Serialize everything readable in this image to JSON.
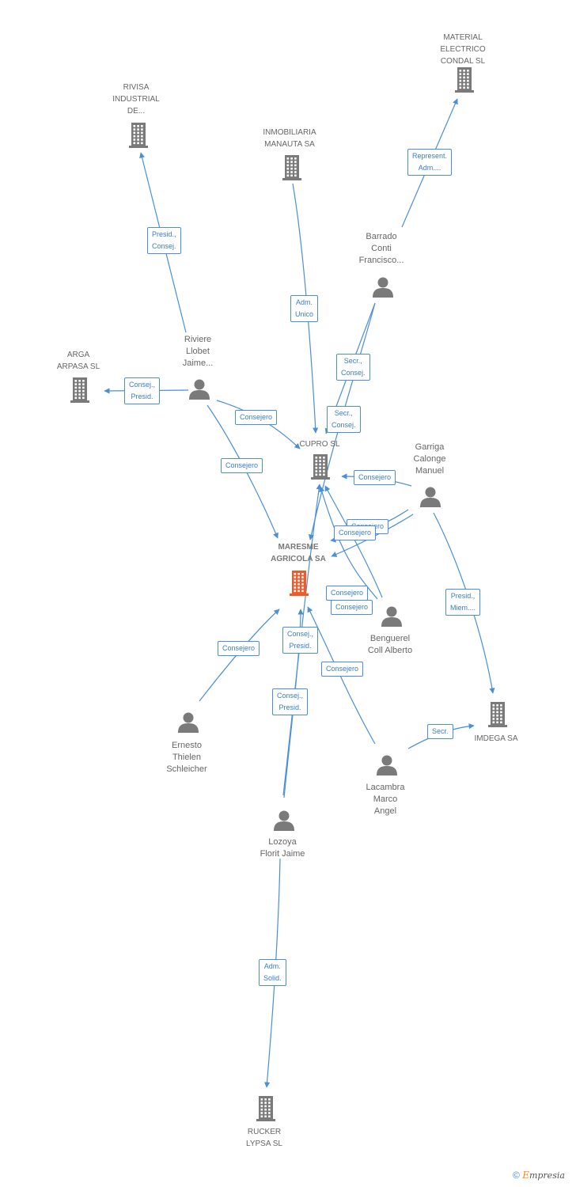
{
  "colors": {
    "edge": "#4a8fd8",
    "node": "#7a7a7a",
    "main": "#f05a28"
  },
  "nodes": {
    "material": {
      "type": "company",
      "label": "MATERIAL\nELECTRICO\nCONDAL SL"
    },
    "rivisa": {
      "type": "company",
      "label": "RIVISA\nINDUSTRIAL\nDE..."
    },
    "inmobiliaria": {
      "type": "company",
      "label": "INMOBILIARIA\nMANAUTA SA"
    },
    "arga": {
      "type": "company",
      "label": "ARGA\nARPASA SL"
    },
    "cupro": {
      "type": "company",
      "label": "CUPRO SL"
    },
    "maresme": {
      "type": "main",
      "label": "MARESME\nAGRICOLA SA"
    },
    "imdega": {
      "type": "company",
      "label": "IMDEGA SA"
    },
    "rucker": {
      "type": "company",
      "label": "RUCKER\nLYPSA SL"
    },
    "barrado": {
      "type": "person",
      "label": "Barrado\nConti\nFrancisco..."
    },
    "riviere": {
      "type": "person",
      "label": "Riviere\nLlobet\nJaime..."
    },
    "garriga": {
      "type": "person",
      "label": "Garriga\nCalonge\nManuel"
    },
    "benguerel": {
      "type": "person",
      "label": "Benguerel\nColl Alberto"
    },
    "ernesto": {
      "type": "person",
      "label": "Ernesto\nThielen\nSchleicher"
    },
    "lacambra": {
      "type": "person",
      "label": "Lacambra\nMarco\nAngel"
    },
    "lozoya": {
      "type": "person",
      "label": "Lozoya\nFlorit Jaime"
    }
  },
  "edges": [
    {
      "id": "barrado-material",
      "label": "Represent.\nAdm...."
    },
    {
      "id": "riviere-rivisa",
      "label": "Presid.,\nConsej."
    },
    {
      "id": "inmobiliaria-cupro",
      "label": "Adm.\nUnico"
    },
    {
      "id": "barrado-cupro-1",
      "label": "Secr.,\nConsej."
    },
    {
      "id": "barrado-cupro-2",
      "label": "Secr.,\nConsej."
    },
    {
      "id": "riviere-arga",
      "label": "Consej.,\nPresid."
    },
    {
      "id": "riviere-cupro",
      "label": "Consejero"
    },
    {
      "id": "riviere-maresme",
      "label": "Consejero"
    },
    {
      "id": "garriga-cupro",
      "label": "Consejero"
    },
    {
      "id": "garriga-maresme-1",
      "label": "Consejero"
    },
    {
      "id": "garriga-maresme-2",
      "label": "Consejero"
    },
    {
      "id": "garriga-imdega",
      "label": "Presid.,\nMiem...."
    },
    {
      "id": "benguerel-cupro",
      "label": "Consejero"
    },
    {
      "id": "benguerel-maresme",
      "label": "Consejero"
    },
    {
      "id": "ernesto-maresme",
      "label": "Consejero"
    },
    {
      "id": "lozoya-maresme-1",
      "label": "Consej.,\nPresid."
    },
    {
      "id": "lozoya-maresme-2",
      "label": "Consej.,\nPresid."
    },
    {
      "id": "lacambra-maresme",
      "label": "Consejero"
    },
    {
      "id": "lacambra-imdega",
      "label": "Secr."
    },
    {
      "id": "lozoya-rucker",
      "label": "Adm.\nSolid."
    }
  ],
  "brand": {
    "copyright": "©",
    "name_initial": "E",
    "name_rest": "mpresia"
  }
}
